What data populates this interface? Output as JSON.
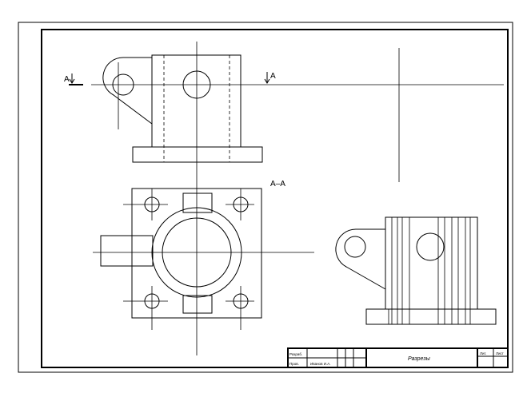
{
  "section_label_left": "A",
  "section_label_right": "A",
  "section_view_label": "A–A",
  "title_block": {
    "title": "Разрезы",
    "row1_label": "Разраб.",
    "row2_label": "Пров.",
    "row2_name": "Иванов И.А.",
    "col_right1": "Лит.",
    "col_right2": "Лист"
  }
}
